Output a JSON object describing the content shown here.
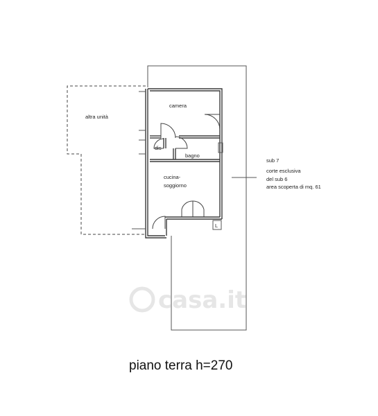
{
  "rooms": {
    "other_unit": "altra unità",
    "bedroom": "camera",
    "closet": "dis",
    "bathroom": "bagno",
    "kitchen_line1": "cucina-",
    "kitchen_line2": "soggiorno"
  },
  "courtyard_note": {
    "line1": "sub 7",
    "line2": "corte esclusiva",
    "line3": "del sub 6",
    "line4": "area scoperta di mq. 61"
  },
  "fixture_label": "L",
  "watermark": "casa.it",
  "caption": "piano terra h=270"
}
